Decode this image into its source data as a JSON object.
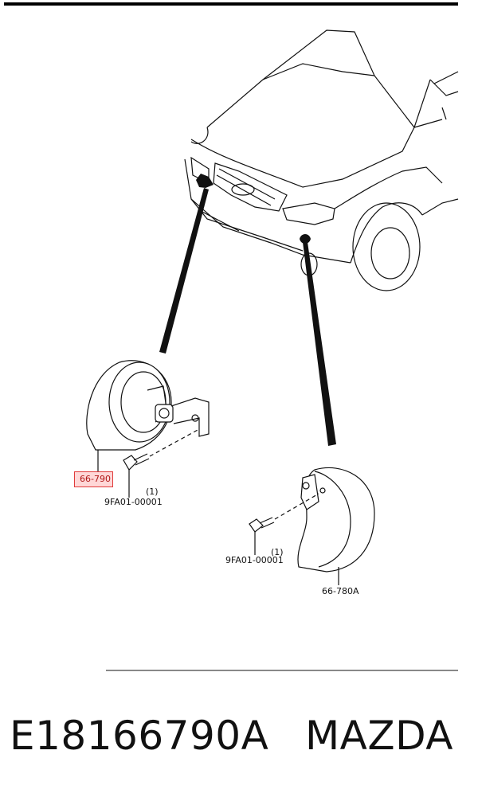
{
  "labels": {
    "front_horn_part": "66-790",
    "front_bolt_part": "9FA01-00001",
    "front_bolt_qty": "(1)",
    "rear_bolt_part": "9FA01-00001",
    "rear_bolt_qty": "(1)",
    "rear_horn_part": "66-780A"
  },
  "caption": {
    "part_number": "E18166790A",
    "brand": "MAZDA"
  },
  "highlight_color": "#e03a3a"
}
